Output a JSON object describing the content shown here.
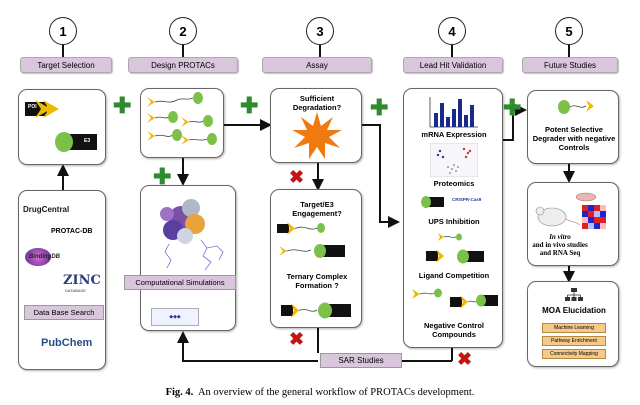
{
  "stages": [
    {
      "number": "1",
      "label": "Target Selection"
    },
    {
      "number": "2",
      "label": "Design PROTACs"
    },
    {
      "number": "3",
      "label": "Assay"
    },
    {
      "number": "4",
      "label": "Lead Hit Validation"
    },
    {
      "number": "5",
      "label": "Future Studies"
    }
  ],
  "target_card": {
    "poi": "POI",
    "e3": "E3"
  },
  "database_card": {
    "label": "Data Base Search",
    "logos": [
      "DrugCentral",
      "PROTAC-DB",
      "BindingDB",
      "ZINC",
      "DATABASE",
      "PubChem"
    ]
  },
  "computational": {
    "label": "Computational Simulations"
  },
  "assay": {
    "degradation_question": "Sufficient Degradation?",
    "engagement_question": "Target/E3 Engagement?",
    "ternary_question": "Ternary Complex Formation ?",
    "sar_label": "SAR Studies"
  },
  "validation": {
    "items": [
      "mRNA Expression",
      "Proteomics",
      "UPS Inhibition",
      "Ligand Competition",
      "Negative Control Compounds"
    ],
    "crispr_label": "CRISPR-Cas9"
  },
  "future": {
    "degrader_label": "Potent Selective Degrader with negative Controls",
    "in_vitro_line1": "In vitro",
    "in_vitro_line2": "and in vivo studies",
    "in_vitro_line3": "and RNA Seq",
    "moa_label": "MOA Elucidation",
    "moa_items": [
      "Machine Learning",
      "Pathway Enrichment",
      "Connectivity Mapping"
    ]
  },
  "caption": {
    "prefix": "Fig. 4.",
    "text": "An overview of the general workflow of PROTACs development."
  },
  "colors": {
    "stage_fill": "#d9c5dc",
    "plus": "#2e8b2e",
    "cross": "#cc1111",
    "ligase_green": "#7cc04a",
    "warhead_yellow": "#f0b800",
    "burst_orange": "#f07a10"
  }
}
